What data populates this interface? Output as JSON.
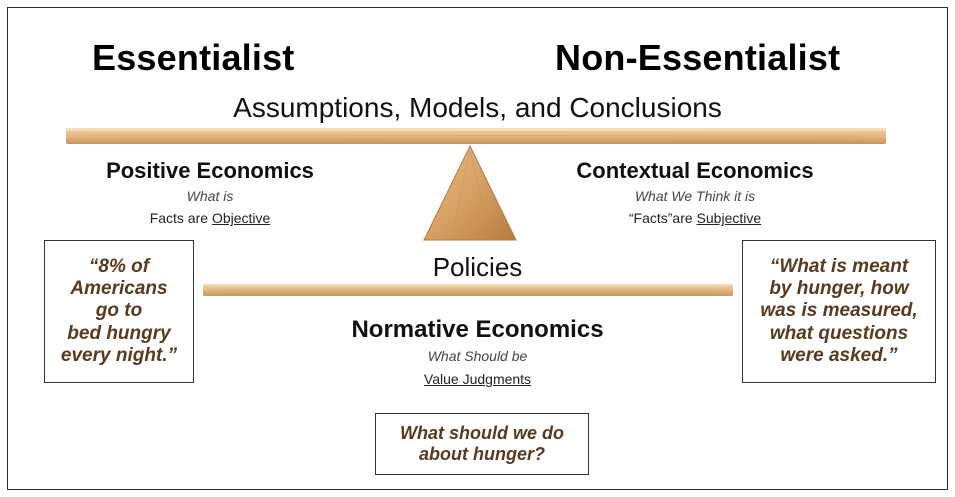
{
  "headings": {
    "left": "Essentialist",
    "right": "Non-Essentialist"
  },
  "beam_label": "Assumptions, Models, and Conclusions",
  "positive": {
    "title": "Positive Economics",
    "subtitle": "What is",
    "line_prefix": "Facts are ",
    "line_underlined": "Objective"
  },
  "contextual": {
    "title": "Contextual Economics",
    "subtitle": "What We Think it is",
    "line_prefix": "“Facts”are ",
    "line_underlined": "Subjective"
  },
  "policies_label": "Policies",
  "normative": {
    "title": "Normative Economics",
    "subtitle": "What Should be",
    "line_underlined": "Value Judgments"
  },
  "quotes": {
    "left": "“8% of\nAmericans\ngo to\nbed hungry\nevery night.”",
    "right": "“What is meant\nby hunger, how\nwas is measured,\nwhat questions\nwere asked.”",
    "bottom": "What should we do\nabout hunger?"
  },
  "colors": {
    "wood_light": "#e8c49a",
    "wood_mid": "#d9ab72",
    "wood_dark": "#b9834a",
    "quote_text": "#5a3a1d",
    "border": "#333333"
  }
}
